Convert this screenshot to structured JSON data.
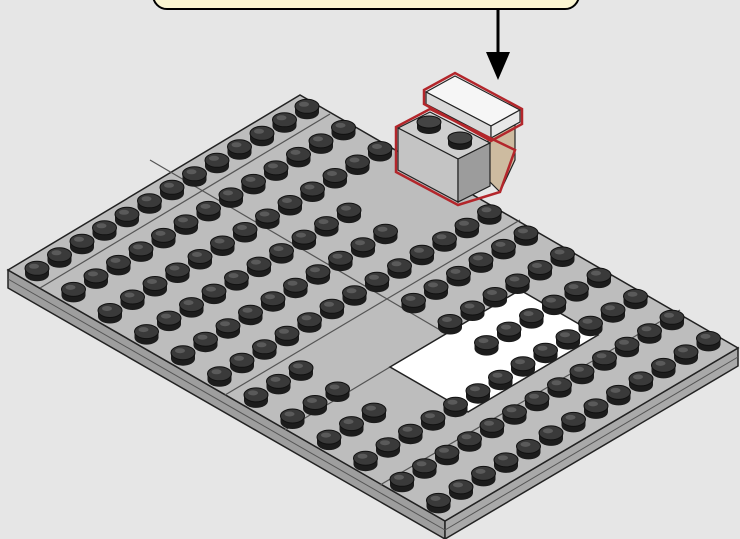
{
  "scene": {
    "background": "#e6e6e6",
    "callout": {
      "fill": "#fbf6d2",
      "stroke": "#000000",
      "text": ""
    },
    "arrow": {
      "color": "#000000",
      "direction": "down"
    },
    "baseplate": {
      "color_top": "#bdbdbd",
      "color_left": "#9a9a9a",
      "color_right": "#a8a8a8",
      "stud_top": "#3a3a3a",
      "stud_side": "#1c1c1c",
      "grid_columns": 12,
      "grid_rows": 13,
      "has_opening": true
    },
    "new_parts": {
      "highlight_color": "#b3262b",
      "items": [
        {
          "name": "light-gray-brick-2x2",
          "color": "#c8c8c8"
        },
        {
          "name": "white-tile-1x2",
          "color": "#f4f4f4"
        },
        {
          "name": "tan-slope",
          "color": "#cdbba0"
        }
      ]
    }
  }
}
